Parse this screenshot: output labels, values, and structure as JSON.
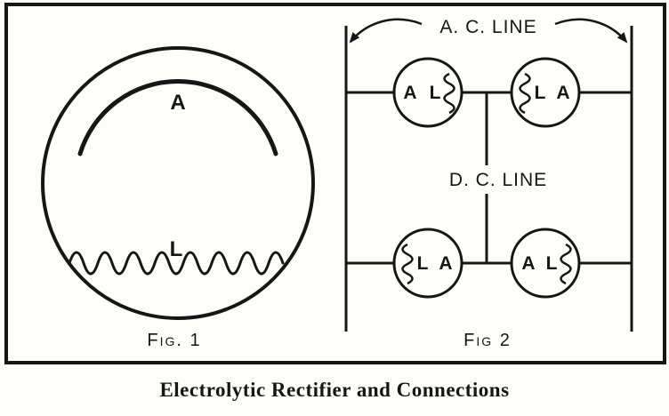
{
  "title": "Electrolytic Rectifier and Connections",
  "colors": {
    "ink": "#161616",
    "paper": "#fdfdf9"
  },
  "fig1": {
    "label": "Fig. 1",
    "anode_label": "A",
    "lead_label": "L"
  },
  "fig2": {
    "label": "Fig 2",
    "ac_label": "A. C. LINE",
    "dc_label": "D. C. LINE",
    "cells": [
      {
        "position": "top-left",
        "left_letter": "A",
        "right_letter": "L",
        "wavy_side": "right"
      },
      {
        "position": "top-right",
        "left_letter": "L",
        "right_letter": "A",
        "wavy_side": "left"
      },
      {
        "position": "bottom-left",
        "left_letter": "L",
        "right_letter": "A",
        "wavy_side": "left"
      },
      {
        "position": "bottom-right",
        "left_letter": "A",
        "right_letter": "L",
        "wavy_side": "right"
      }
    ]
  }
}
